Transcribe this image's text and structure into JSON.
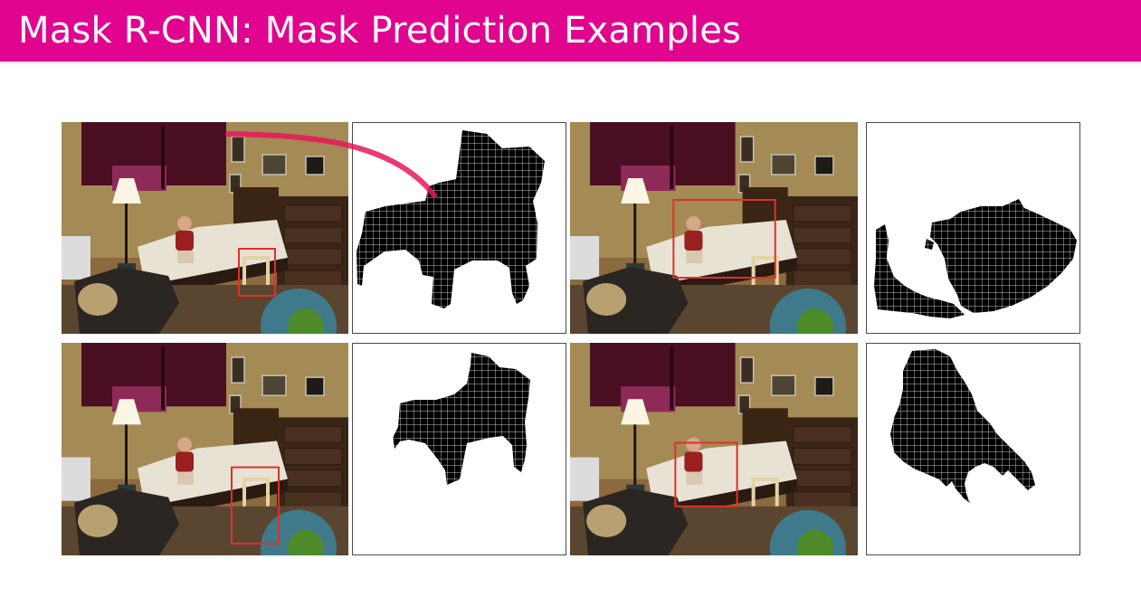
{
  "slide": {
    "title": "Mask R-CNN: Mask Prediction Examples"
  },
  "colors": {
    "header_bg": "#e0048e",
    "header_text": "#ffffff",
    "box": "#e0302a",
    "mask_fill": "#000000",
    "pen_annotation": "#e8185a"
  },
  "examples": [
    {
      "image": "bedroom-photo",
      "target": "chair",
      "mask": "chair-mask-1"
    },
    {
      "image": "bedroom-photo",
      "target": "bed",
      "mask": "bed-mask"
    },
    {
      "image": "bedroom-photo",
      "target": "chair",
      "mask": "chair-mask-2"
    },
    {
      "image": "bedroom-photo",
      "target": "child",
      "mask": "child-mask"
    }
  ]
}
